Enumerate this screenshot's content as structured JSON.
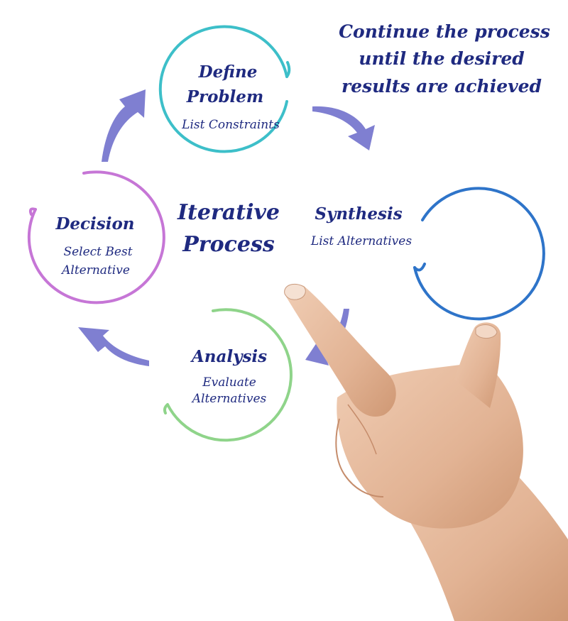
{
  "note": {
    "lines": [
      "Continue the process",
      "until the desired",
      "results are achieved"
    ]
  },
  "center": {
    "lines": [
      "Iterative",
      "Process"
    ]
  },
  "stages": [
    {
      "id": "define",
      "title_lines": [
        "Define",
        "Problem"
      ],
      "sub_lines": [
        "List Constraints"
      ],
      "color": "#3dbfc9"
    },
    {
      "id": "synthesis",
      "title_lines": [
        "Synthesis"
      ],
      "sub_lines": [
        "List Alternatives"
      ],
      "color": "#2e74c9"
    },
    {
      "id": "analysis",
      "title_lines": [
        "Analysis"
      ],
      "sub_lines": [
        "Evaluate",
        "Alternatives"
      ],
      "color": "#8fd48a"
    },
    {
      "id": "decision",
      "title_lines": [
        "Decision"
      ],
      "sub_lines": [
        "Select Best",
        "Alternative"
      ],
      "color": "#c676d6"
    }
  ],
  "colors": {
    "text": "#1f2a80",
    "arrow": "#7f7fd1",
    "skin": "#e5b99b"
  },
  "decor": {
    "hand": "pointing-hand-photo"
  }
}
